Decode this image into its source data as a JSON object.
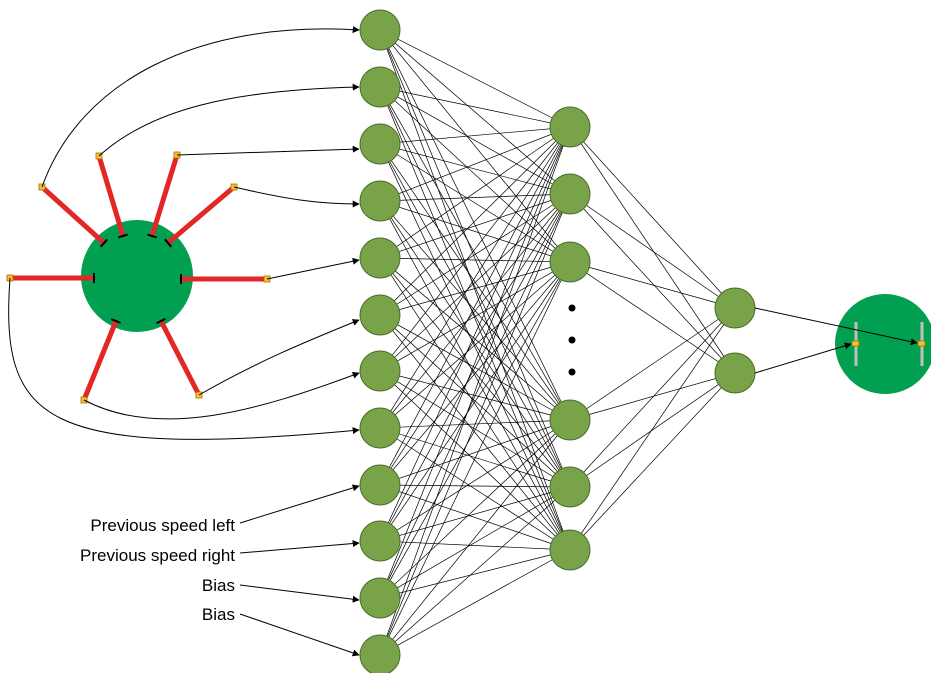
{
  "input_labels": [
    "Previous speed left",
    "Previous speed right",
    "Bias",
    "Bias"
  ],
  "network": {
    "input_neurons": 12,
    "hidden_neurons_shown": 6,
    "hidden_ellipsis": "...",
    "output_neurons": 2
  },
  "robot_sensors": {
    "count": 8
  },
  "colors": {
    "neuron": "#79a348",
    "neuron_stroke": "#4c6a2c",
    "robot_body": "#00a050",
    "sensor_beam": "#e32626",
    "sensor_tip": "#f2c230"
  }
}
